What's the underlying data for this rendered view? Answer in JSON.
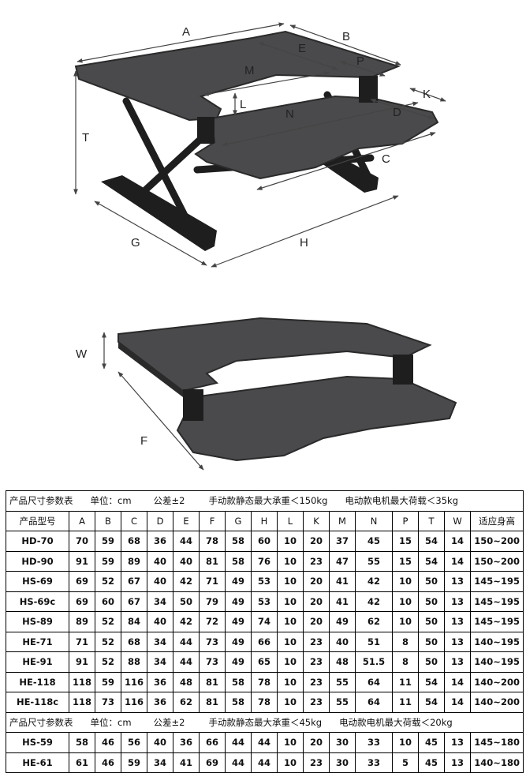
{
  "diagram_top": {
    "labels": [
      "A",
      "B",
      "E",
      "M",
      "P",
      "L",
      "N",
      "D",
      "K",
      "T",
      "C",
      "G",
      "H"
    ],
    "colors": {
      "desk": "#4a4a4c",
      "desk_edge": "#2a2a2b",
      "frame": "#1e1e1f",
      "dim": "#444444"
    }
  },
  "diagram_bottom": {
    "labels": [
      "W",
      "F"
    ]
  },
  "table": {
    "section1": {
      "title": "产品尺寸参数表",
      "unit": "单位：cm",
      "tolerance": "公差±2",
      "manual": "手动款静态最大承重＜150kg",
      "electric": "电动款电机最大荷载＜35kg"
    },
    "section2": {
      "title": "产品尺寸参数表",
      "unit": "单位：cm",
      "tolerance": "公差±2",
      "manual": "手动款静态最大承重＜45kg",
      "electric": "电动款电机最大荷载＜20kg"
    },
    "headers": [
      "产品型号",
      "A",
      "B",
      "C",
      "D",
      "E",
      "F",
      "G",
      "H",
      "L",
      "K",
      "M",
      "N",
      "P",
      "T",
      "W",
      "适应身高"
    ],
    "rows1": [
      [
        "HD-70",
        "70",
        "59",
        "68",
        "36",
        "44",
        "78",
        "58",
        "60",
        "10",
        "20",
        "37",
        "45",
        "15",
        "54",
        "14",
        "150~200"
      ],
      [
        "HD-90",
        "91",
        "59",
        "89",
        "40",
        "40",
        "81",
        "58",
        "76",
        "10",
        "23",
        "47",
        "55",
        "15",
        "54",
        "14",
        "150~200"
      ],
      [
        "HS-69",
        "69",
        "52",
        "67",
        "40",
        "42",
        "71",
        "49",
        "53",
        "10",
        "20",
        "41",
        "42",
        "10",
        "50",
        "13",
        "145~195"
      ],
      [
        "HS-69c",
        "69",
        "60",
        "67",
        "34",
        "50",
        "79",
        "49",
        "53",
        "10",
        "20",
        "41",
        "42",
        "10",
        "50",
        "13",
        "145~195"
      ],
      [
        "HS-89",
        "89",
        "52",
        "84",
        "40",
        "42",
        "72",
        "49",
        "74",
        "10",
        "20",
        "49",
        "62",
        "10",
        "50",
        "13",
        "145~195"
      ],
      [
        "HE-71",
        "71",
        "52",
        "68",
        "34",
        "44",
        "73",
        "49",
        "66",
        "10",
        "23",
        "40",
        "51",
        "8",
        "50",
        "13",
        "140~195"
      ],
      [
        "HE-91",
        "91",
        "52",
        "88",
        "34",
        "44",
        "73",
        "49",
        "65",
        "10",
        "23",
        "48",
        "51.5",
        "8",
        "50",
        "13",
        "140~195"
      ],
      [
        "HE-118",
        "118",
        "59",
        "116",
        "36",
        "48",
        "81",
        "58",
        "78",
        "10",
        "23",
        "55",
        "64",
        "11",
        "54",
        "14",
        "140~200"
      ],
      [
        "HE-118c",
        "118",
        "73",
        "116",
        "36",
        "62",
        "81",
        "58",
        "78",
        "10",
        "23",
        "55",
        "64",
        "11",
        "54",
        "14",
        "140~200"
      ]
    ],
    "rows2": [
      [
        "HS-59",
        "58",
        "46",
        "56",
        "40",
        "36",
        "66",
        "44",
        "44",
        "10",
        "20",
        "30",
        "33",
        "10",
        "45",
        "13",
        "145~180"
      ],
      [
        "HE-61",
        "61",
        "46",
        "59",
        "34",
        "41",
        "69",
        "44",
        "44",
        "10",
        "23",
        "30",
        "33",
        "5",
        "45",
        "13",
        "140~180"
      ]
    ]
  }
}
